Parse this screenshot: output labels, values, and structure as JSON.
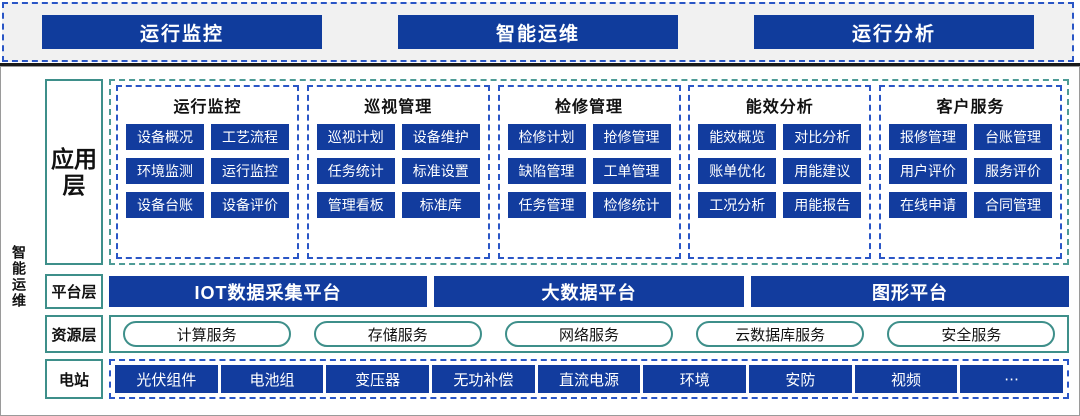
{
  "top_nav": {
    "buttons": [
      {
        "label": "运行监控"
      },
      {
        "label": "智能运维"
      },
      {
        "label": "运行分析"
      }
    ]
  },
  "side_caption": "智能运维",
  "layers": {
    "application": {
      "name_line1": "应用",
      "name_line2": "层",
      "groups": [
        {
          "title": "运行监控",
          "modules": [
            "设备概况",
            "工艺流程",
            "环境监测",
            "运行监控",
            "设备台账",
            "设备评价"
          ]
        },
        {
          "title": "巡视管理",
          "modules": [
            "巡视计划",
            "设备维护",
            "任务统计",
            "标准设置",
            "管理看板",
            "标准库"
          ]
        },
        {
          "title": "检修管理",
          "modules": [
            "检修计划",
            "抢修管理",
            "缺陷管理",
            "工单管理",
            "任务管理",
            "检修统计"
          ]
        },
        {
          "title": "能效分析",
          "modules": [
            "能效概览",
            "对比分析",
            "账单优化",
            "用能建议",
            "工况分析",
            "用能报告"
          ]
        },
        {
          "title": "客户服务",
          "modules": [
            "报修管理",
            "台账管理",
            "用户评价",
            "服务评价",
            "在线申请",
            "合同管理"
          ]
        }
      ]
    },
    "platform": {
      "name": "平台层",
      "items": [
        "IOT数据采集平台",
        "大数据平台",
        "图形平台"
      ]
    },
    "resource": {
      "name": "资源层",
      "items": [
        "计算服务",
        "存储服务",
        "网络服务",
        "云数据库服务",
        "安全服务"
      ]
    },
    "station": {
      "name": "电站",
      "items": [
        "光伏组件",
        "电池组",
        "变压器",
        "无功补偿",
        "直流电源",
        "环境",
        "安防",
        "视频",
        "⋯"
      ]
    }
  },
  "colors": {
    "primary_blue": "#123c9e",
    "teal": "#3e8f8a",
    "dashed_blue": "#2a56c6",
    "strip_bg": "#f1f1f1"
  }
}
